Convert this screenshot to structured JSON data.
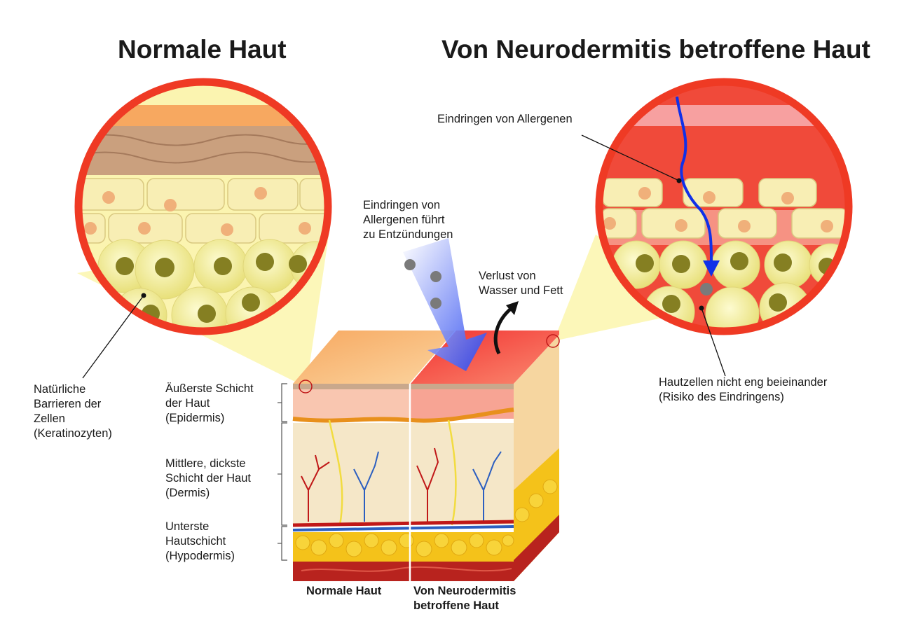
{
  "titles": {
    "left": "Normale Haut",
    "right": "Von Neurodermitis betroffene Haut"
  },
  "labels": {
    "barriers": "Natürliche\nBarrieren der\nZellen\n(Keratinozyten)",
    "epidermis": "Äußerste Schicht\nder Haut\n(Epidermis)",
    "dermis": "Mittlere, dickste\nSchicht der Haut\n(Dermis)",
    "hypodermis": "Unterste\nHautschicht\n(Hypodermis)",
    "allergen_inflammation": "Eindringen von\nAllergenen führt\nzu Entzündungen",
    "water_loss": "Verlust von\nWasser und Fett",
    "allergen_entry": "Eindringen von Allergenen",
    "cells_apart": "Hautzellen nicht eng beieinander\n(Risiko des Eindringens)"
  },
  "bottom": {
    "normal": "Normale Haut",
    "affected": "Von Neurodermitis\nbetroffene Haut"
  },
  "colors": {
    "circle_ring": "#ef3a24",
    "inflamed": "#f04a3a",
    "allergen_arrow": "#1030e8",
    "fat": "#f4c21a",
    "highlight_cone": "#fbf5a8"
  }
}
